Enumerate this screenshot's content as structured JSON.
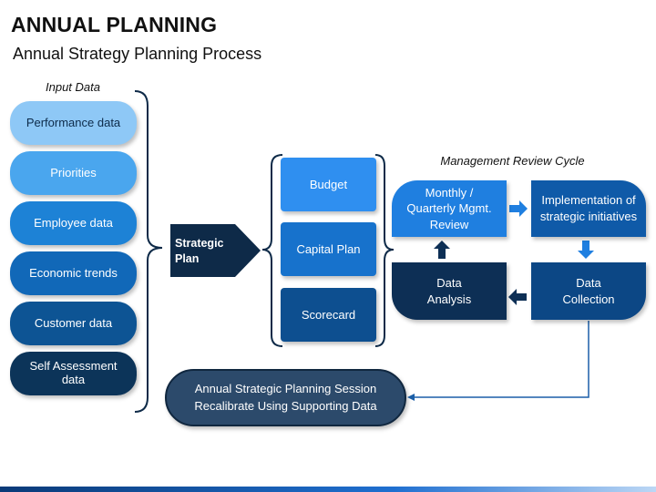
{
  "header": {
    "title": "ANNUAL PLANNING",
    "subtitle": "Annual Strategy Planning Process"
  },
  "input": {
    "label": "Input Data",
    "items": [
      {
        "label": "Performance data",
        "color": "#8ec8f6",
        "text_color": "#0d2b4a"
      },
      {
        "label": "Priorities",
        "color": "#4aa6ee",
        "text_color": "#ffffff"
      },
      {
        "label": "Employee data",
        "color": "#1d82d6",
        "text_color": "#ffffff"
      },
      {
        "label": "Economic trends",
        "color": "#1168b8",
        "text_color": "#ffffff"
      },
      {
        "label": "Customer data",
        "color": "#0d5494",
        "text_color": "#ffffff"
      },
      {
        "label": "Self Assessment\ndata",
        "color": "#0c3459",
        "text_color": "#ffffff"
      }
    ]
  },
  "strategic_plan": {
    "label": "Strategic\nPlan",
    "color": "#0e2a48"
  },
  "plan_items": [
    {
      "label": "Budget",
      "color": "#2f8ff0"
    },
    {
      "label": "Capital Plan",
      "color": "#1772cc"
    },
    {
      "label": "Scorecard",
      "color": "#0d4f90"
    }
  ],
  "review_cycle": {
    "label": "Management Review Cycle",
    "monthly": "Monthly /\nQuarterly Mgmt.\nReview",
    "implementation": "Implementation of\nstrategic initiatives",
    "collection": "Data\nCollection",
    "analysis": "Data\nAnalysis",
    "colors": {
      "monthly": "#1f7fe0",
      "implementation": "#0f5aa8",
      "collection": "#0c4785",
      "analysis": "#0d2f55",
      "arrow": "#1f7fe0",
      "line": "#1b5fa8"
    }
  },
  "session": {
    "label": "Annual Strategic Planning Session\nRecalibrate Using Supporting Data"
  }
}
